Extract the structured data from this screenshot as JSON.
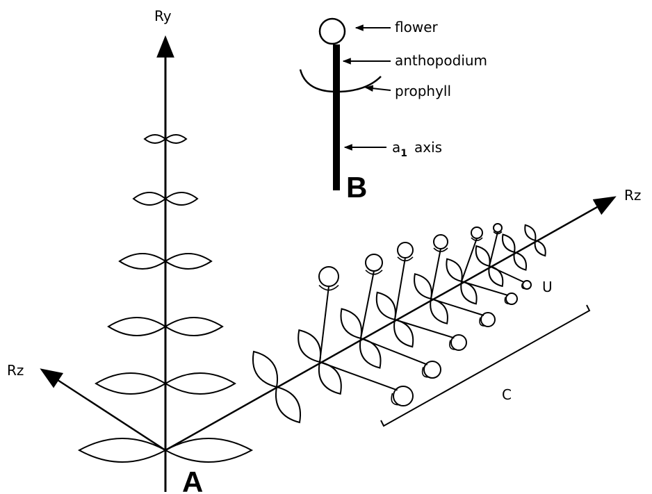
{
  "axes": {
    "vertical_label": "Ry",
    "right_label": "Rz",
    "left_label": "Rz"
  },
  "panels": {
    "a": "A",
    "b": "B",
    "c": "C",
    "u": "U"
  },
  "legend": {
    "flower": "flower",
    "anthopodium": "anthopodium",
    "prophyll": "prophyll",
    "axis_prefix": "a",
    "axis_subscript": "1",
    "axis_suffix": "axis"
  }
}
